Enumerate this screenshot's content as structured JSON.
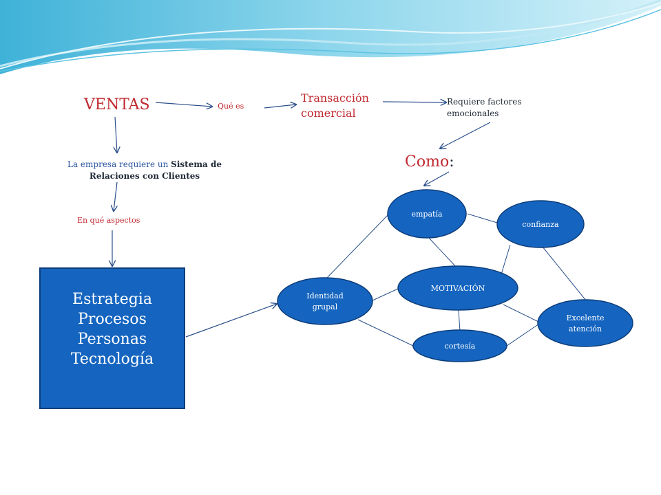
{
  "top_flow": {
    "ventas": "VENTAS",
    "que_es": "Qué es",
    "transaccion": "Transacción comercial",
    "requiere": "Requiere factores emocionales",
    "como": "Como",
    "como_colon": ":"
  },
  "left_flow": {
    "empresa_prefix": "La empresa requiere  un ",
    "empresa_bold": "Sistema de Relaciones con Clientes",
    "aspectos": "En qué aspectos"
  },
  "box": {
    "lines": [
      "Estrategia",
      "Procesos",
      "Personas",
      "Tecnología"
    ]
  },
  "nodes": {
    "empatia": "empatía",
    "confianza": "confianza",
    "motivacion": "MOTIVACIÓN",
    "identidad_1": "Identidad",
    "identidad_2": "grupal",
    "excelente_1": "Excelente",
    "excelente_2": "atención",
    "cortesia": "cortesía"
  },
  "colors": {
    "node_fill": "#1565c0",
    "node_stroke": "#0d3d7a",
    "connector": "#2a4f8a",
    "red_text": "#c0282f"
  }
}
